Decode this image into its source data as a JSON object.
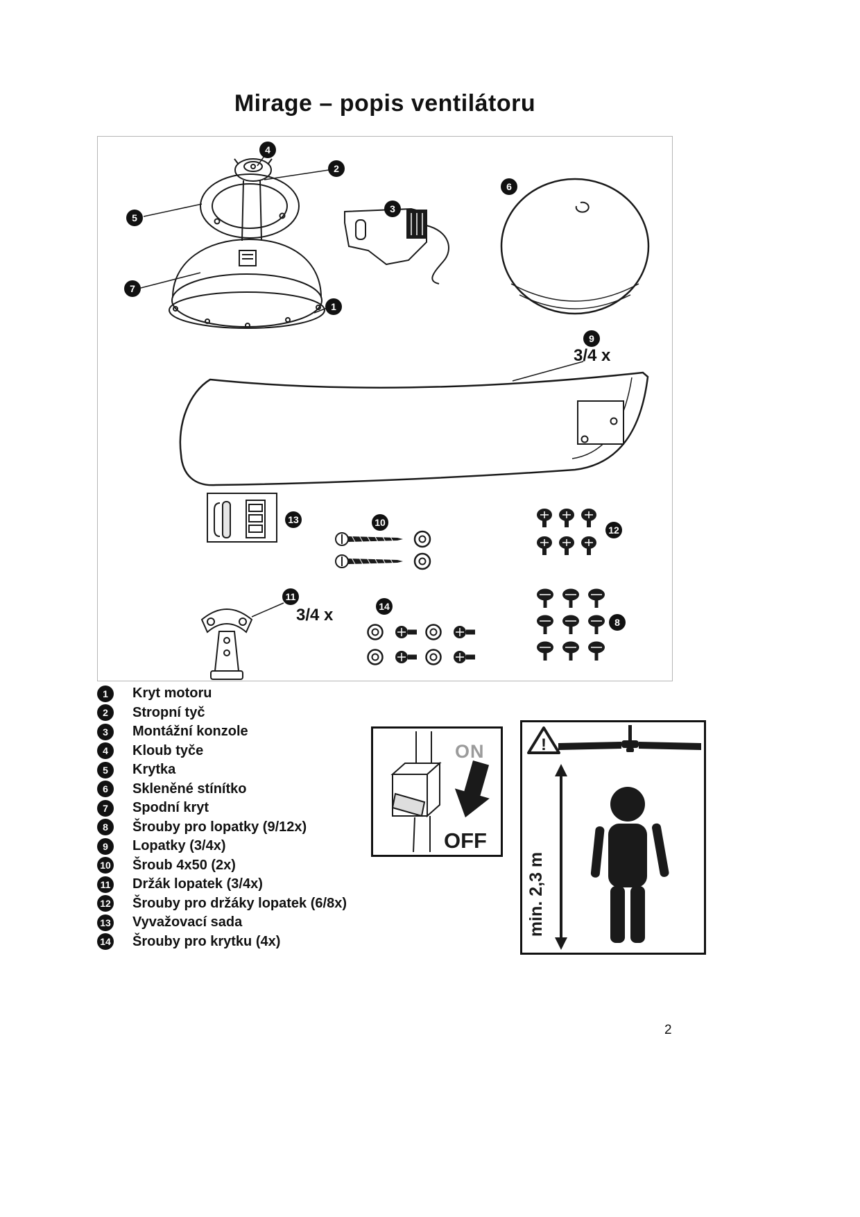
{
  "page": {
    "title": "Mirage – popis ventilátoru",
    "page_number": "2"
  },
  "diagram": {
    "callouts": [
      "1",
      "2",
      "3",
      "4",
      "5",
      "6",
      "7",
      "8",
      "9",
      "10",
      "11",
      "12",
      "13",
      "14"
    ],
    "blade_qty": "3/4 x",
    "holder_qty": "3/4 x"
  },
  "parts_list": [
    {
      "num": "1",
      "label": "Kryt motoru"
    },
    {
      "num": "2",
      "label": "Stropní tyč"
    },
    {
      "num": "3",
      "label": "Montážní konzole"
    },
    {
      "num": "4",
      "label": "Kloub tyče"
    },
    {
      "num": "5",
      "label": "Krytka"
    },
    {
      "num": "6",
      "label": "Skleněné stínítko"
    },
    {
      "num": "7",
      "label": "Spodní kryt"
    },
    {
      "num": "8",
      "label": "Šrouby pro lopatky (9/12x)"
    },
    {
      "num": "9",
      "label": "Lopatky (3/4x)"
    },
    {
      "num": "10",
      "label": "Šroub 4x50 (2x)"
    },
    {
      "num": "11",
      "label": "Držák lopatek (3/4x)"
    },
    {
      "num": "12",
      "label": "Šrouby pro držáky lopatek (6/8x)"
    },
    {
      "num": "13",
      "label": "Vyvažovací sada"
    },
    {
      "num": "14",
      "label": "Šrouby pro krytku (4x)"
    }
  ],
  "switch_box": {
    "on": "ON",
    "off": "OFF"
  },
  "height_box": {
    "min_height": "min. 2,3 m",
    "warning_glyph": "!"
  }
}
